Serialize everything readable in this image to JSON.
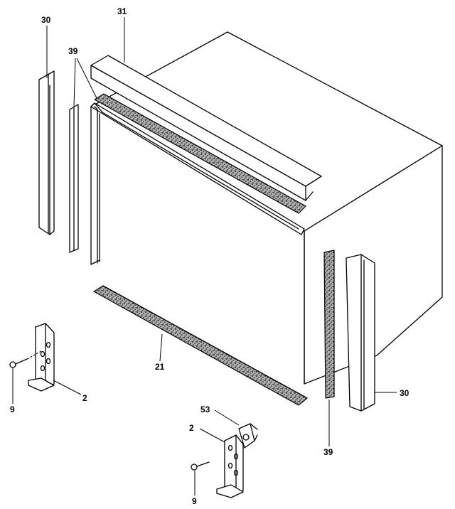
{
  "callouts": {
    "c30_left": "30",
    "c31": "31",
    "c39_top": "39",
    "c21": "21",
    "c2_left": "2",
    "c9_left": "9",
    "c53": "53",
    "c2_bottom": "2",
    "c9_bottom": "9",
    "c39_right": "39",
    "c30_right": "30"
  },
  "parts": [
    {
      "id": "30",
      "icon": "side-curtain-channel"
    },
    {
      "id": "31",
      "icon": "top-angle-channel"
    },
    {
      "id": "39",
      "icon": "foam-gasket-strip"
    },
    {
      "id": "21",
      "icon": "bottom-sill-gasket"
    },
    {
      "id": "2",
      "icon": "mounting-bracket"
    },
    {
      "id": "9",
      "icon": "screw"
    },
    {
      "id": "53",
      "icon": "bracket-clip"
    }
  ]
}
